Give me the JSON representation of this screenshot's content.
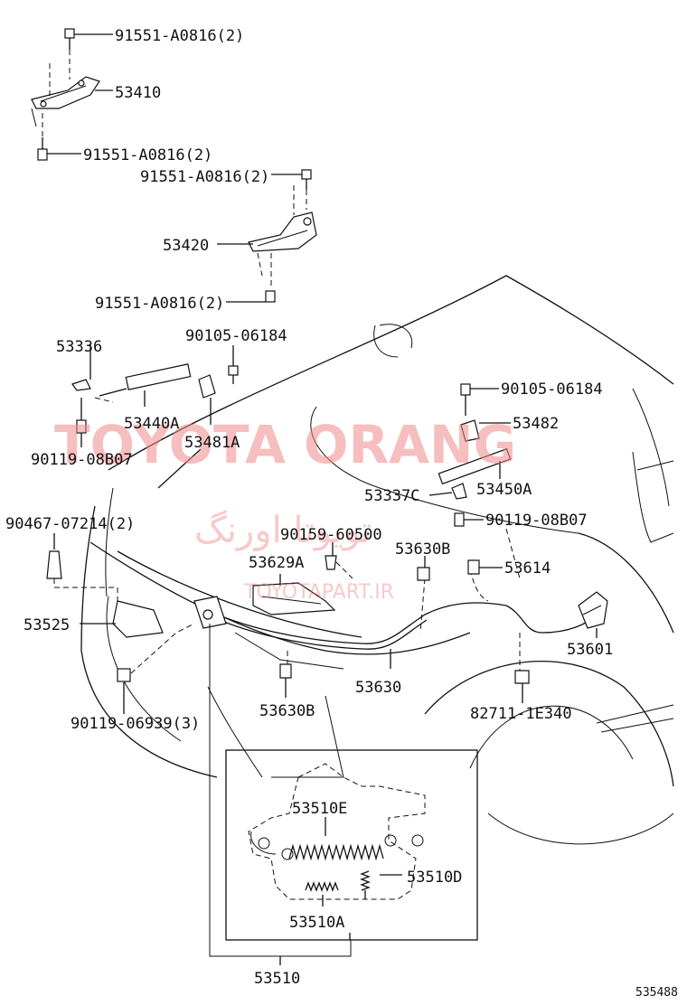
{
  "labels": {
    "p_91551_1": "91551-A0816(2)",
    "p_53410": "53410",
    "p_91551_2": "91551-A0816(2)",
    "p_91551_3": "91551-A0816(2)",
    "p_53420": "53420",
    "p_91551_4": "91551-A0816(2)",
    "p_53336": "53336",
    "p_90105_1": "90105-06184",
    "p_53440A": "53440A",
    "p_53481A": "53481A",
    "p_90119_1": "90119-08B07",
    "p_90105_2": "90105-06184",
    "p_53482": "53482",
    "p_53450A": "53450A",
    "p_53337C": "53337C",
    "p_90119_2": "90119-08B07",
    "p_90467": "90467-07214(2)",
    "p_90159": "90159-60500",
    "p_53630B_1": "53630B",
    "p_53614": "53614",
    "p_53629A": "53629A",
    "p_53525": "53525",
    "p_53601": "53601",
    "p_53630": "53630",
    "p_53630B_2": "53630B",
    "p_90119_3": "90119-06939(3)",
    "p_82711": "82711-1E340",
    "p_53510E": "53510E",
    "p_53510D": "53510D",
    "p_53510A": "53510A",
    "p_53510": "53510",
    "diagram_code": "535488"
  },
  "watermark": {
    "brand": "TOYOTA ORANG",
    "persian": "تویوتا اورنگ",
    "site": "TOYOTAPART.IR"
  },
  "colors": {
    "watermark": "#f08a8a",
    "ink": "#111111"
  }
}
